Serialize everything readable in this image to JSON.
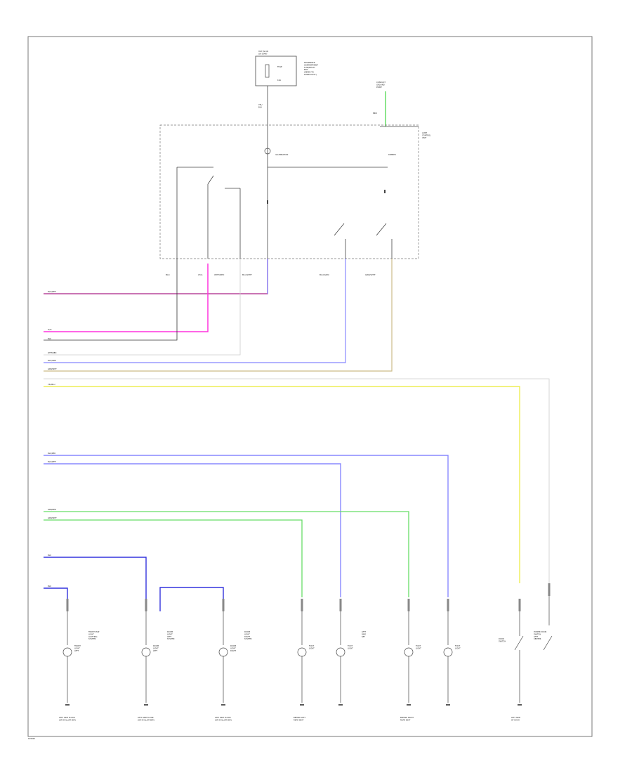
{
  "colors": {
    "frame": "#555555",
    "wire_black": "#333333",
    "wire_blue": "#8888ff",
    "wire_blue_dark": "#3333dd",
    "wire_magenta": "#aa2288",
    "wire_pink": "#ff33dd",
    "wire_green": "#66dd66",
    "wire_tan": "#ccbb88",
    "wire_yellow": "#eeee55",
    "wire_white": "#cccccc"
  },
  "top": {
    "fuse_box_label": "HOT IN ON\nOR START",
    "fuse_box_note": "PASSENGER\nCOMPARTMENT\nFUSE/RELAY\nBOX\n(REFER TO\nPOWER DIST.)",
    "fuse_line1": "FUSE",
    "fuse_line2": "10A",
    "fuse_wire": "YEL/\nBLU",
    "ground_label": "CONDUCT\nGROUND\nPOINT",
    "ground_wire": "BRN"
  },
  "control_unit": {
    "label": "LAMP\nCONTROL\nUNIT",
    "illum_label": "ILLUMINATION",
    "dimmer_label": "DIMMER",
    "pin_labels": [
      "BLK",
      "LT/G",
      "WHT/RED",
      "BLU/WHT",
      "BLU/GRN",
      "GRN/WHT"
    ]
  },
  "harness_labels": {
    "h1": "BLU/WHT",
    "h2": "LT/G",
    "h3": "BLK",
    "h4": "WHT/RED",
    "h5": "BLU/GRN",
    "h6": "GRN/WHT",
    "h7": "YEL/BLU",
    "h8": "BLU/RED",
    "h9": "BLU/WHT",
    "h10": "GRN/RED",
    "h11": "GRN/WHT",
    "h12": "BLU",
    "h13": "BLU"
  },
  "bottom_components": [
    {
      "label": "FRONT\nLIGHT\nLEFT",
      "side_note": "FRONT MAP\nLIGHT\nLIGHTING\nSYSTEM",
      "ground": "LEFT SIDE FLOOR\n(OR IN ILLUM SEP.)"
    },
    {
      "label": "ROOM\nLIGHT\nLEFT",
      "side_note": "ROOM\nLIGHT\nLEFT\nSYSTEM",
      "ground": "LEFT SIDE FLOOR\n(OR IN ILLUM SEP.)"
    },
    {
      "label": "ROOM\nLIGHT\nRIGHT",
      "side_note": "ROOM\nLIGHT\nRIGHT\nSYSTEM",
      "ground": "LEFT SIDE FLOOR\n(OR IN ILLUM SEP.)"
    },
    {
      "label": "FOOT\nLIGHT",
      "side_note": "",
      "ground": "BEHIND LEFT\nREAR SEAT"
    },
    {
      "label": "FOOT\nLIGHT",
      "side_note": "LEFT\nSIDE\nSET",
      "ground": ""
    },
    {
      "label": "FOOT\nLIGHT",
      "side_note": "",
      "ground": "BEHIND RIGHT\nREAR SEAT"
    },
    {
      "label": "FOOT\nLIGHT",
      "side_note": "",
      "ground": ""
    },
    {
      "label": "DOOR\nSWITCH",
      "side_note": "POWER DOOR\nSWITCH\nLEFT\nCENTER",
      "ground": "LEFT SIDE\nOF DASH"
    }
  ],
  "footer_code": "1996S0"
}
